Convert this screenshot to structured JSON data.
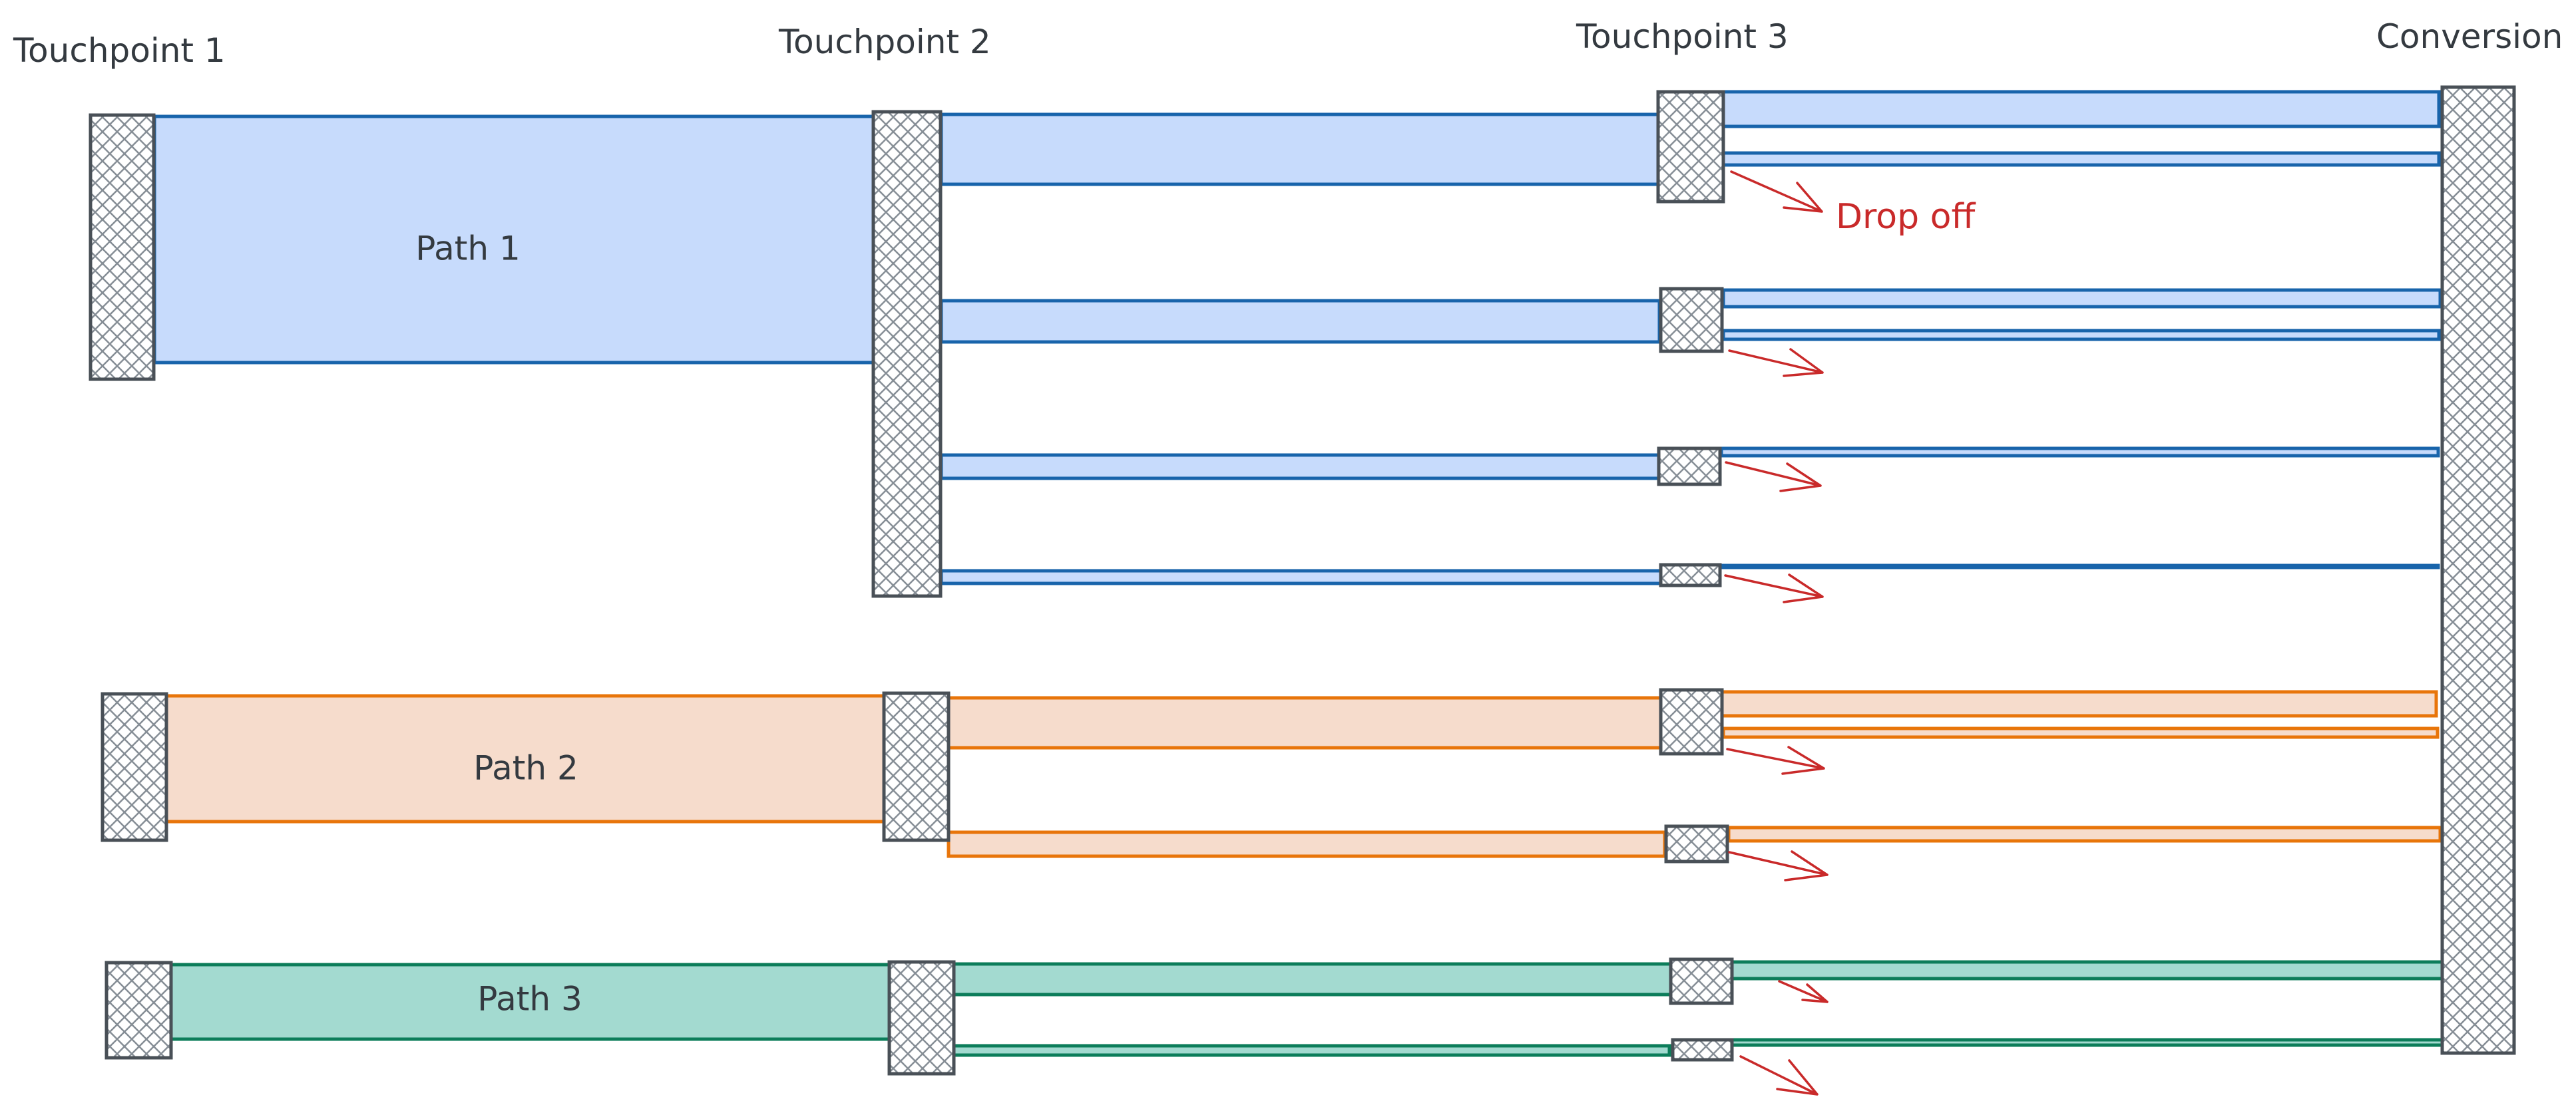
{
  "diagram": {
    "type": "flow / sankey-style customer journey",
    "stages": [
      "Touchpoint 1",
      "Touchpoint 2",
      "Touchpoint 3",
      "Conversion"
    ],
    "drop_off_label": "Drop off",
    "colors": {
      "path1": {
        "stroke": "#1864ab",
        "fill": "#c7dbfc"
      },
      "path2": {
        "stroke": "#e8750a",
        "fill": "#f6dccc"
      },
      "path3": {
        "stroke": "#0c7d5a",
        "fill": "#a3dad0"
      },
      "node_stroke": "#495057",
      "node_hatch": "#868e96",
      "drop_off": "#c92a2a",
      "text": "#343a40"
    },
    "paths": [
      {
        "id": "path1",
        "label": "Path 1",
        "branches_at_touchpoint2": 4,
        "branches_to_conversion": [
          2,
          2,
          1,
          1
        ]
      },
      {
        "id": "path2",
        "label": "Path 2",
        "branches_at_touchpoint2": 2,
        "branches_to_conversion": [
          2,
          1
        ]
      },
      {
        "id": "path3",
        "label": "Path 3",
        "branches_at_touchpoint2": 2,
        "branches_to_conversion": [
          1,
          1
        ]
      }
    ]
  }
}
